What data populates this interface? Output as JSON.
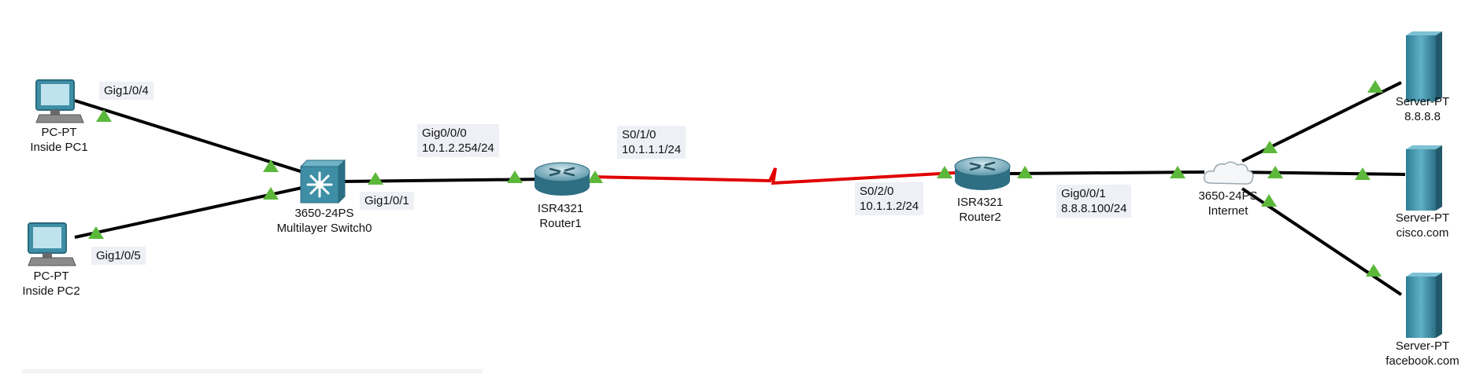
{
  "devices": {
    "pc1": {
      "model": "PC-PT",
      "name": "Inside PC1"
    },
    "pc2": {
      "model": "PC-PT",
      "name": "Inside PC2"
    },
    "switch": {
      "model": "3650-24PS",
      "name": "Multilayer Switch0"
    },
    "router1": {
      "model": "ISR4321",
      "name": "Router1"
    },
    "router2": {
      "model": "ISR4321",
      "name": "Router2"
    },
    "internet": {
      "model": "3650-24PS",
      "name": "Internet"
    },
    "server1": {
      "model": "Server-PT",
      "name": "8.8.8.8"
    },
    "server2": {
      "model": "Server-PT",
      "name": "cisco.com"
    },
    "server3": {
      "model": "Server-PT",
      "name": "facebook.com"
    }
  },
  "interfaces": {
    "pc1_port": "Gig1/0/4",
    "pc2_port": "Gig1/0/5",
    "switch_uplink": "Gig1/0/1",
    "r1_lan_if": "Gig0/0/0",
    "r1_lan_ip": "10.1.2.254/24",
    "r1_wan_if": "S0/1/0",
    "r1_wan_ip": "10.1.1.1/24",
    "r2_wan_if": "S0/2/0",
    "r2_wan_ip": "10.1.1.2/24",
    "r2_out_if": "Gig0/0/1",
    "r2_out_ip": "8.8.8.100/24"
  },
  "colors": {
    "ethernet_link": "#000000",
    "serial_link": "#e00000",
    "link_up_marker": "#5cb83a",
    "device_teal": "#3e8fa6",
    "label_box": "#eef0f6"
  }
}
